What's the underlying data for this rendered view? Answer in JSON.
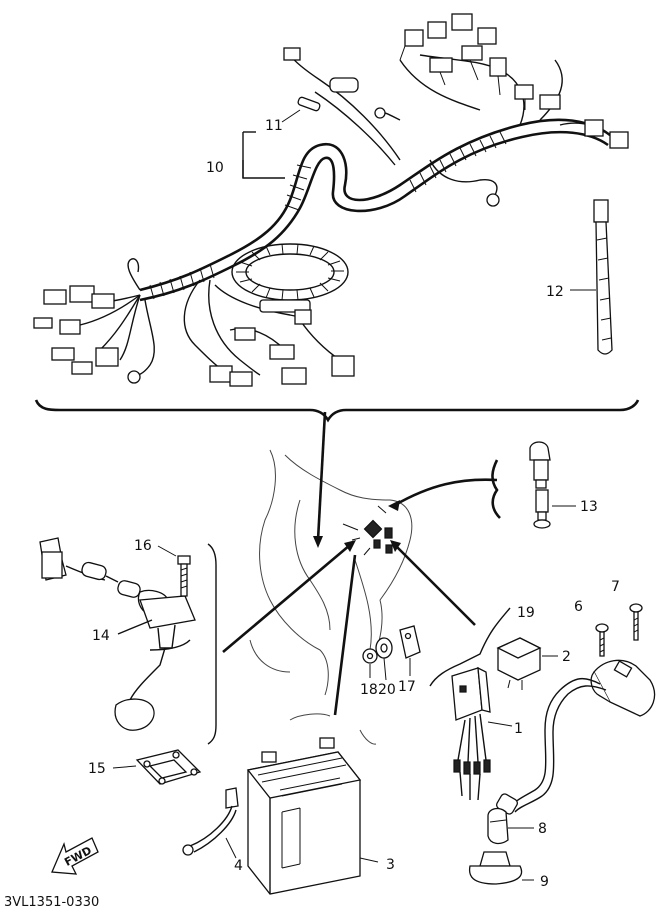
{
  "labels": {
    "p1": "1",
    "p2": "2",
    "p3": "3",
    "p4": "4",
    "p6": "6",
    "p7": "7",
    "p8": "8",
    "p9": "9",
    "p10": "10",
    "p11": "11",
    "p12": "12",
    "p13": "13",
    "p14": "14",
    "p15": "15",
    "p16": "16",
    "p17": "17",
    "p18": "18",
    "p19": "19",
    "p20": "20"
  },
  "fwd_label": "FWD",
  "drawing_code": "3VL1351-0330"
}
